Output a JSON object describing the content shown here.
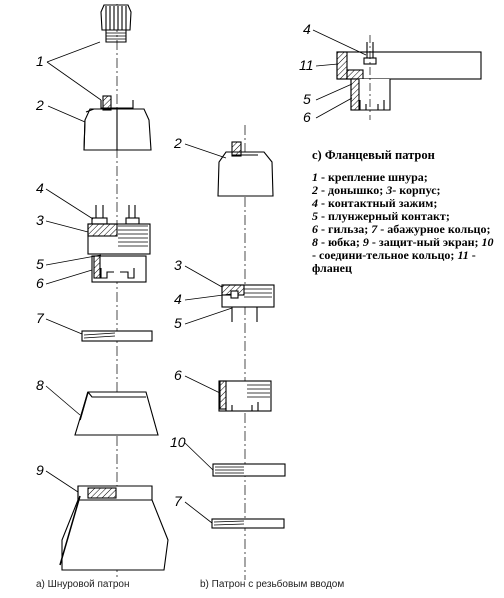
{
  "captions": {
    "a": "a)  Шнуровой патрон",
    "b": "b)  Патрон с резьбовым вводом",
    "c": "c) Фланцевый патрон"
  },
  "legend": [
    {
      "num": "1",
      "text": " - крепление шнура;"
    },
    {
      "num": "2",
      "text": " - донышко; "
    },
    {
      "num": "3",
      "text": "- корпус;"
    },
    {
      "num": "4",
      "text": " - контактный зажим;"
    },
    {
      "num": "5",
      "text": " - плунжерный контакт;"
    },
    {
      "num": "6",
      "text": " - гильза; "
    },
    {
      "num": "7",
      "text": " - абажурное кольцо; "
    },
    {
      "num": "8",
      "text": " - юбка; "
    },
    {
      "num": "9",
      "text": " - защит-ный экран; "
    },
    {
      "num": "10",
      "text": " - соедини-тельное кольцо; "
    },
    {
      "num": "11",
      "text": " - фланец"
    }
  ],
  "callouts": {
    "a": [
      "1",
      "2",
      "4",
      "3",
      "5",
      "6",
      "7",
      "8",
      "9"
    ],
    "b": [
      "2",
      "3",
      "4",
      "5",
      "6",
      "10",
      "7"
    ],
    "c": [
      "4",
      "11",
      "5",
      "6"
    ]
  }
}
